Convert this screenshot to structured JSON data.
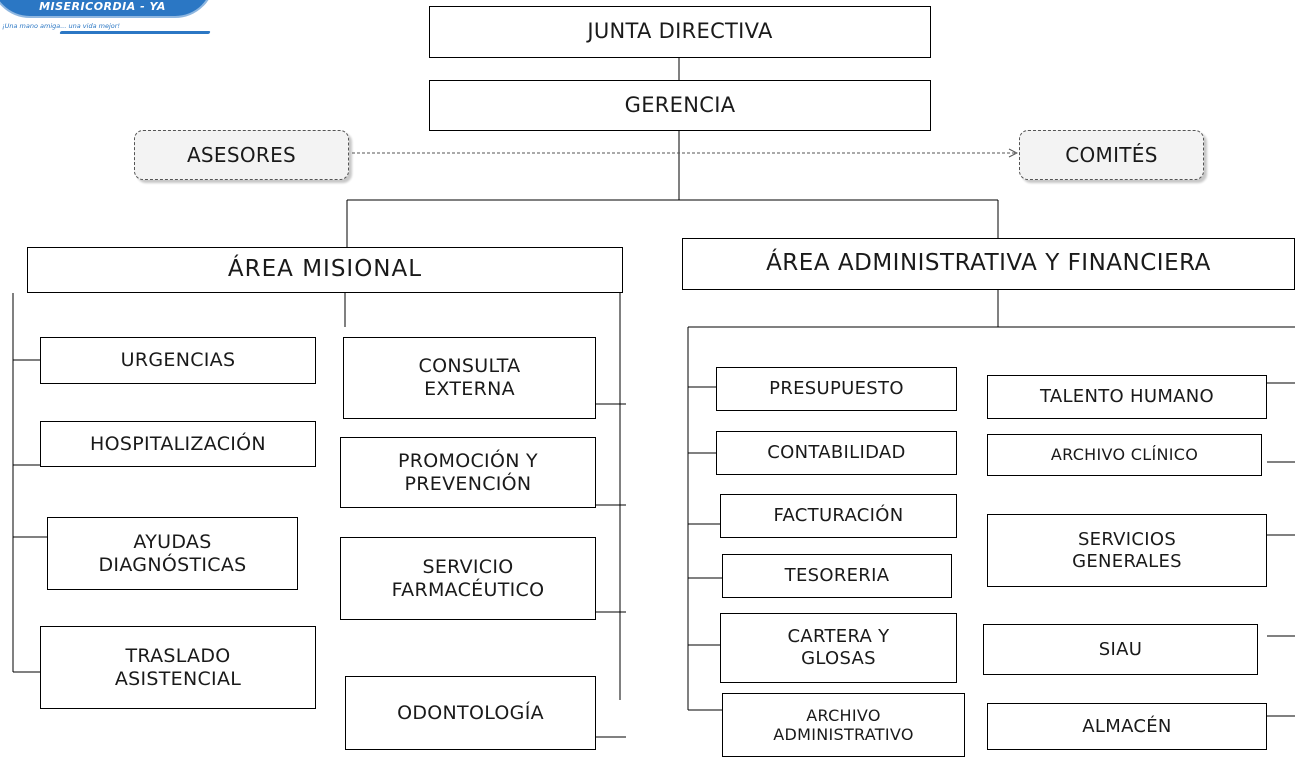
{
  "logo": {
    "text": "MISERICORDIA - YA",
    "tagline": "¡Una mano amiga... una vida mejor!"
  },
  "top": {
    "board": "JUNTA DIRECTIVA",
    "management": "GERENCIA",
    "advisors": "ASESORES",
    "committees": "COMITÉS"
  },
  "missional": {
    "title": "ÁREA MISIONAL",
    "units": [
      "URGENCIAS",
      "HOSPITALIZACIÓN",
      "AYUDAS\nDIAGNÓSTICAS",
      "TRASLADO\nASISTENCIAL",
      "CONSULTA\nEXTERNA",
      "PROMOCIÓN Y\nPREVENCIÓN",
      "SERVICIO\nFARMACÉUTICO",
      "ODONTOLOGÍA"
    ]
  },
  "admin": {
    "title": "ÁREA ADMINISTRATIVA  Y FINANCIERA",
    "units": [
      "PRESUPUESTO",
      "CONTABILIDAD",
      "FACTURACIÓN",
      "TESORERIA",
      "CARTERA Y\nGLOSAS",
      "ARCHIVO\nADMINISTRATIVO",
      "TALENTO HUMANO",
      "ARCHIVO CLÍNICO",
      "SERVICIOS\nGENERALES",
      "SIAU",
      "ALMACÉN"
    ]
  }
}
